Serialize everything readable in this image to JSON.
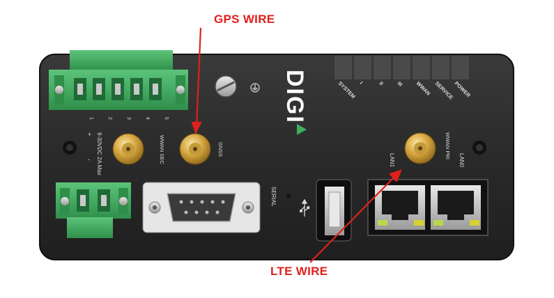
{
  "callouts": {
    "gps_wire": "GPS WIRE",
    "lte_wire": "LTE WIRE",
    "color": "#e0201c"
  },
  "device": {
    "brand": "DIGI",
    "body_color": "#2b2b2b",
    "terminal_color": "#3fae5d",
    "brand_accent": "#3fae5d",
    "terminal_numbers": [
      "1",
      "2",
      "3",
      "4",
      "5"
    ],
    "power_label": "9-30VDC 2A Max",
    "power_symbols": [
      "+",
      "-"
    ],
    "antenna_labels": {
      "wwan_sec": "WWAN SEC",
      "gnss": "GNSS",
      "wwan_pri": "WWAN PRI"
    },
    "led_labels": [
      "SYSTEM",
      "I",
      "II",
      "III",
      "WWAN",
      "SERVICE",
      "POWER"
    ],
    "port_labels": {
      "serial": "SERIAL",
      "lan1": "LAN1",
      "lan0": "LAN0"
    },
    "ground_icon": "ground-symbol-icon",
    "usb_icon": "usb-trident-icon"
  }
}
